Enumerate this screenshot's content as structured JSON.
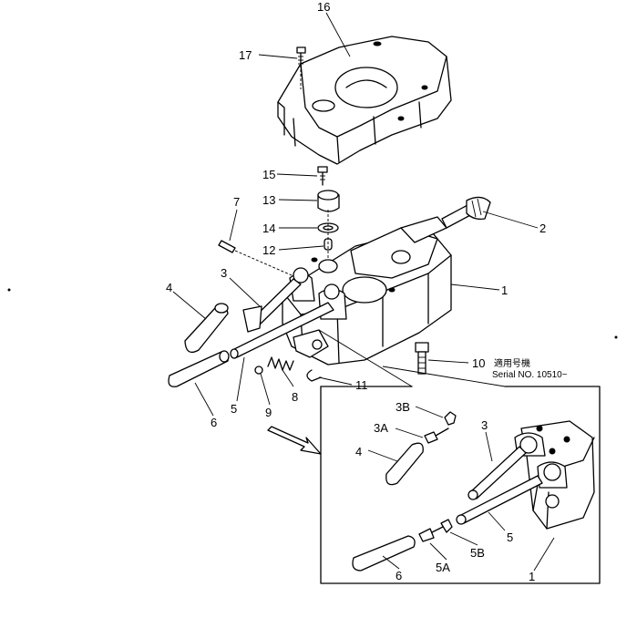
{
  "callouts": {
    "c16": "16",
    "c17": "17",
    "c15": "15",
    "c13": "13",
    "c14": "14",
    "c12": "12",
    "c7": "7",
    "c2": "2",
    "c1": "1",
    "c4": "4",
    "c3": "3",
    "c10": "10",
    "c11": "11",
    "c8": "8",
    "c9": "9",
    "c5": "5",
    "c6": "6"
  },
  "serial_note": {
    "japanese": "適用号機",
    "serial": "Serial NO. 10510~"
  },
  "inset": {
    "c3B": "3B",
    "c3A": "3A",
    "c4": "4",
    "c3": "3",
    "c5": "5",
    "c5A": "5A",
    "c5B": "5B",
    "c6": "6",
    "c1": "1"
  }
}
